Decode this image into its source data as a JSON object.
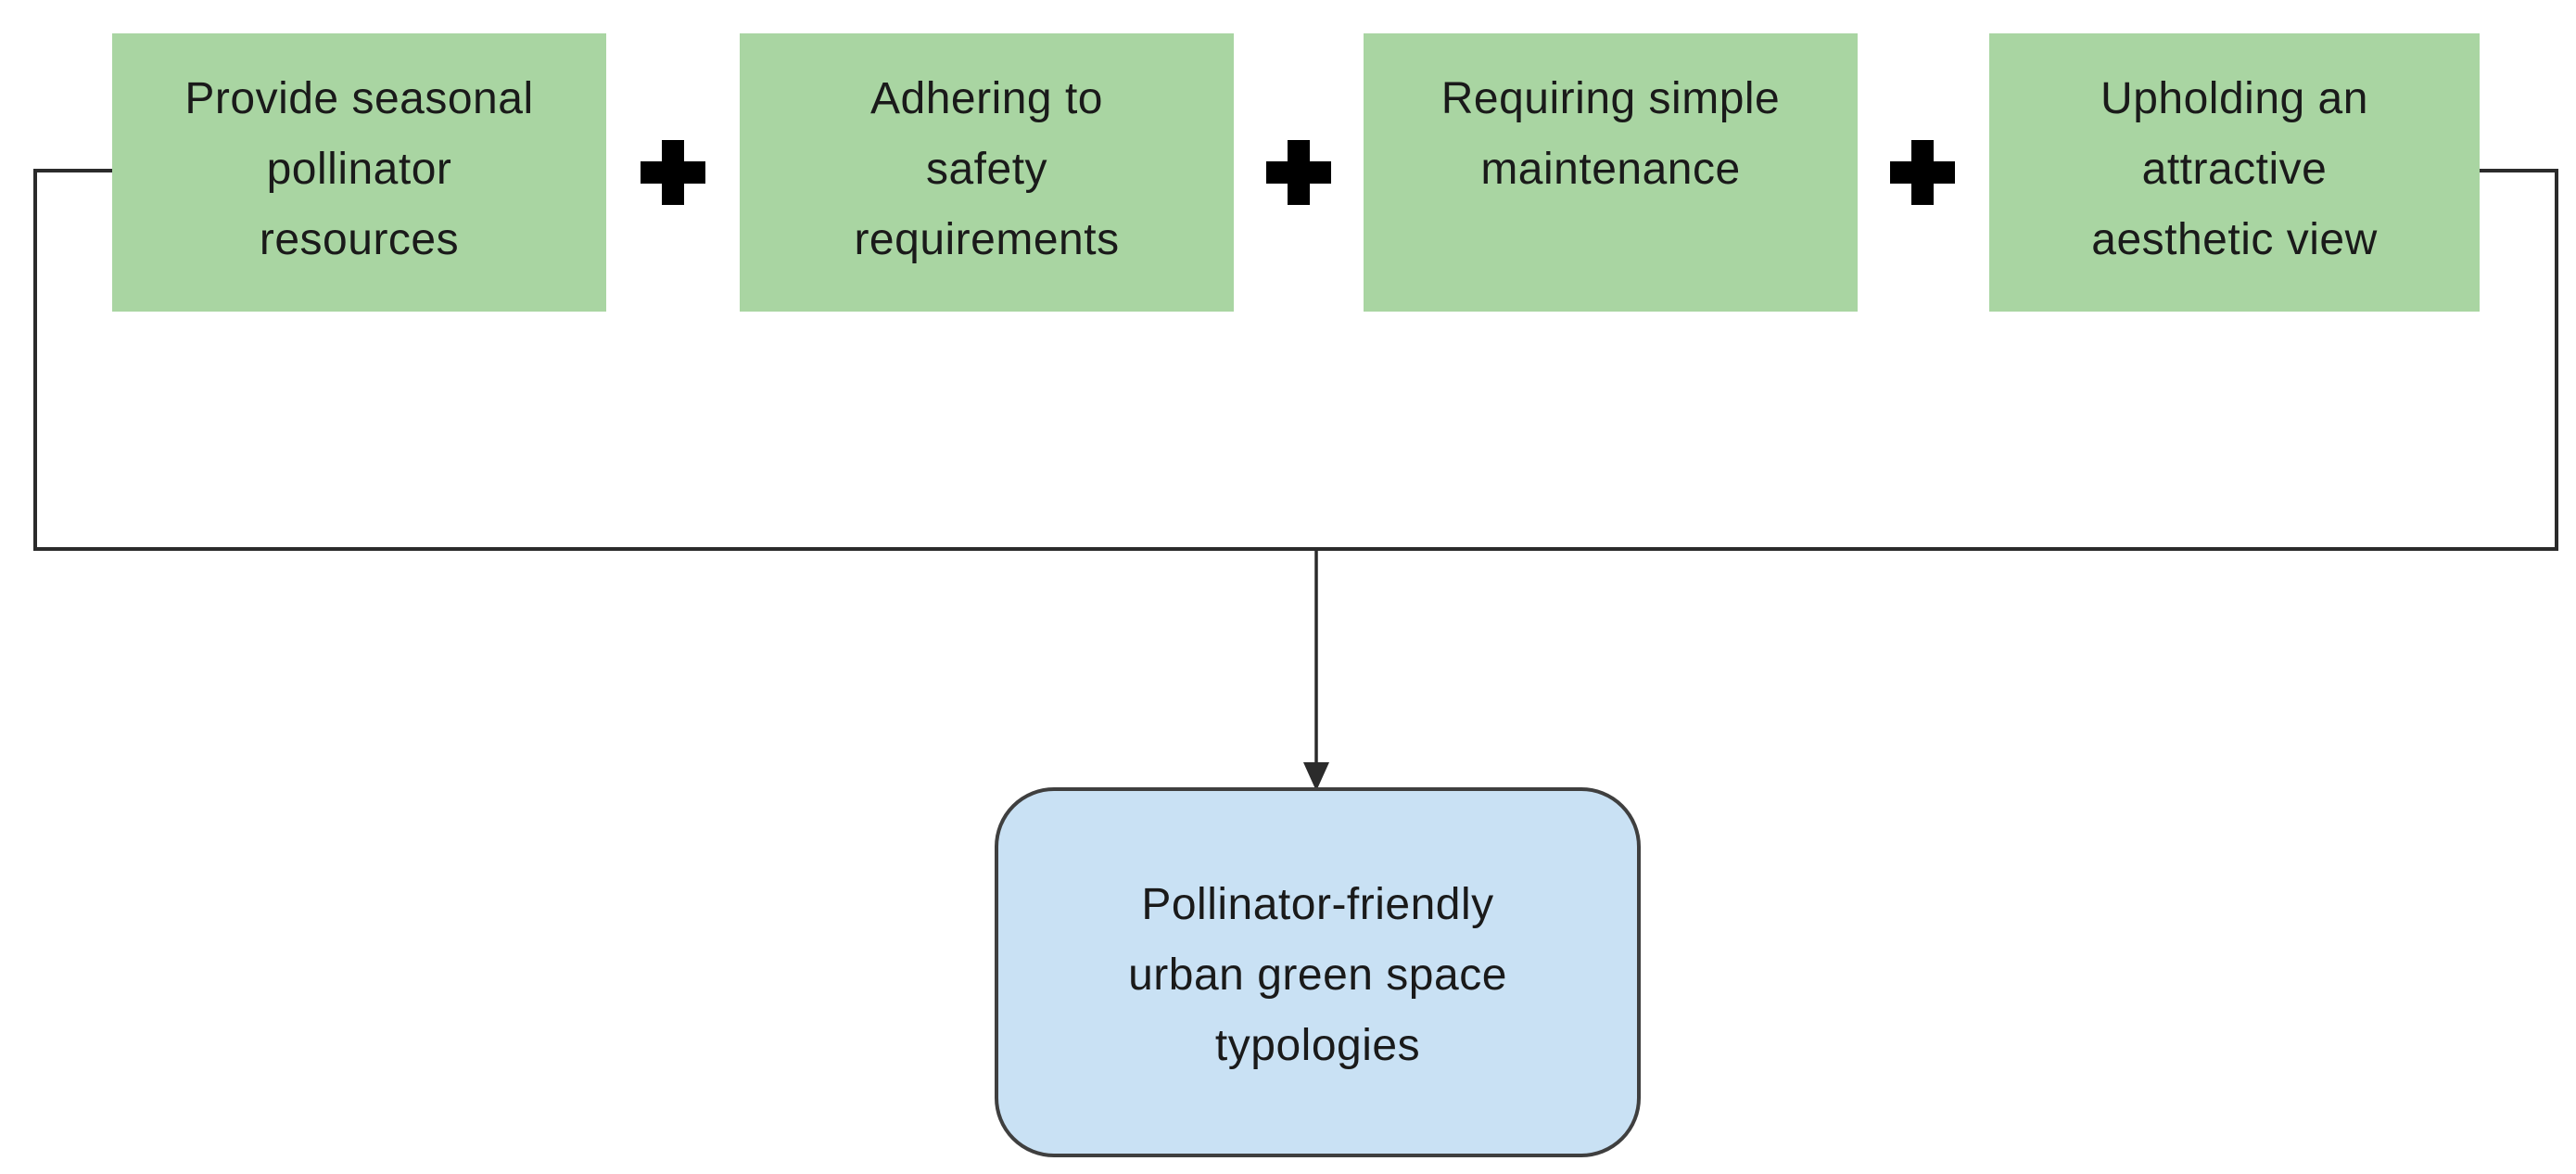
{
  "diagram": {
    "type": "flowchart",
    "description": "Four requirement inputs combined (plus operators) leading to one output concept",
    "input_boxes": [
      {
        "label": "Provide seasonal\npollinator\nresources"
      },
      {
        "label": "Adhering to\nsafety\nrequirements"
      },
      {
        "label": "Requiring simple\nmaintenance"
      },
      {
        "label": "Upholding an\nattractive\naesthetic view"
      }
    ],
    "operators": [
      {
        "symbol": "+"
      },
      {
        "symbol": "+"
      },
      {
        "symbol": "+"
      }
    ],
    "output_box": {
      "label": "Pollinator-friendly\nurban green space\ntypologies"
    },
    "colors": {
      "input_box_fill": "#a9d5a2",
      "output_box_fill": "#c9e1f4",
      "output_box_border": "#3f3f3f",
      "connector_line": "#2b2b2b",
      "operator_color": "#000000",
      "text_color": "#1a1a1a",
      "background": "#ffffff"
    }
  }
}
